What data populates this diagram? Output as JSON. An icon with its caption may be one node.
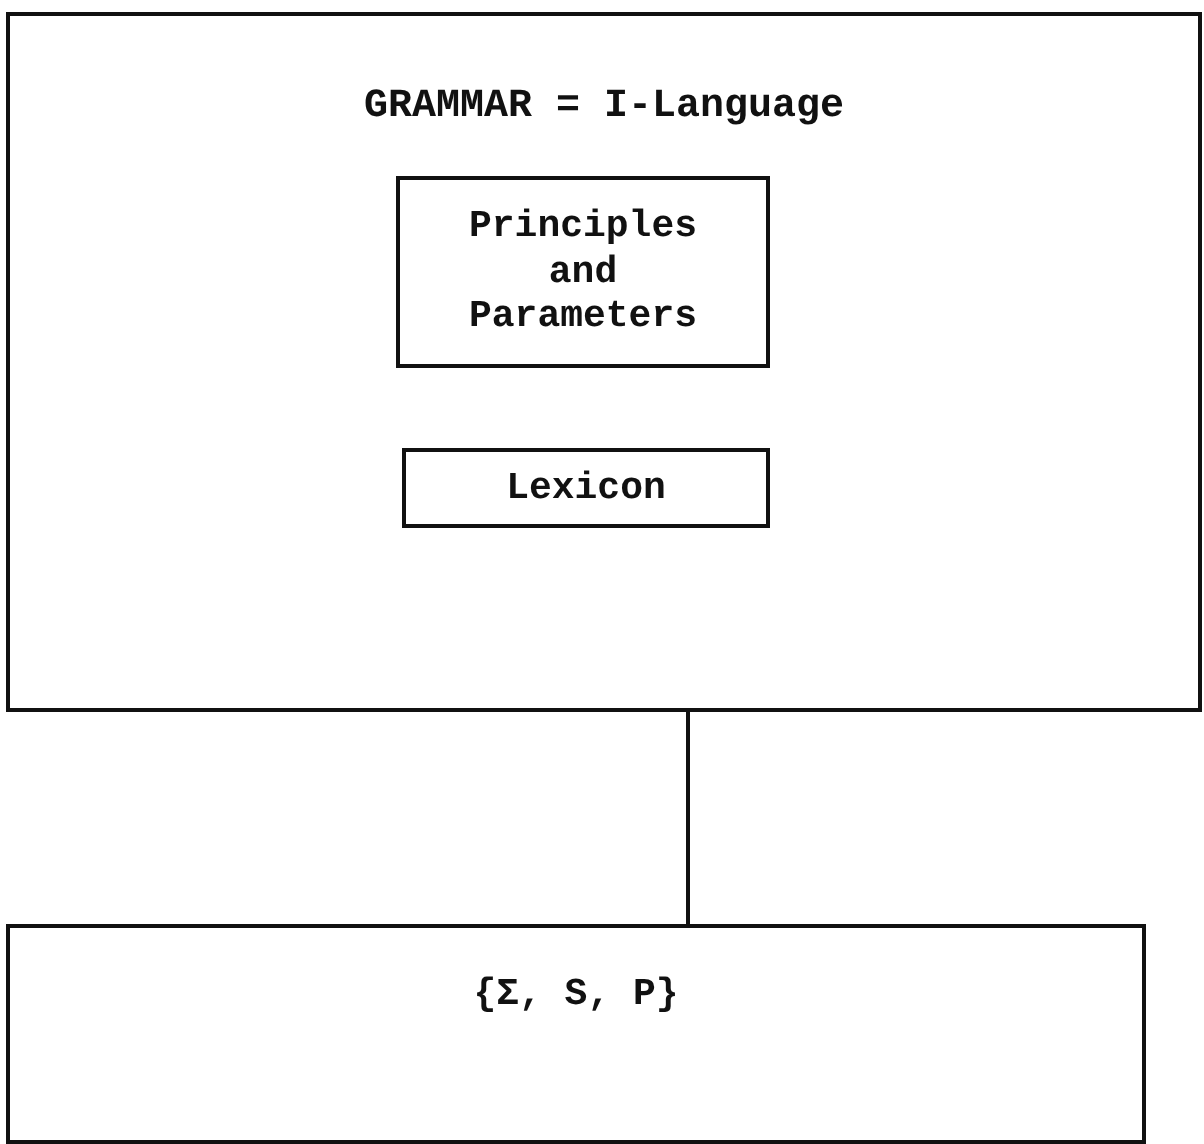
{
  "diagram": {
    "nodes": [
      {
        "text": [
          "GRAMMAR = I-Language"
        ]
      },
      {
        "text": [
          "Principles and Parameters"
        ],
        "in": 0
      },
      {
        "text": [
          "Lexicon"
        ],
        "in": 0
      },
      {
        "text": [
          "{Σ, S, P}"
        ]
      }
    ],
    "edges": [
      {
        "from": 0,
        "to": 3,
        "arrow": "none"
      }
    ]
  }
}
